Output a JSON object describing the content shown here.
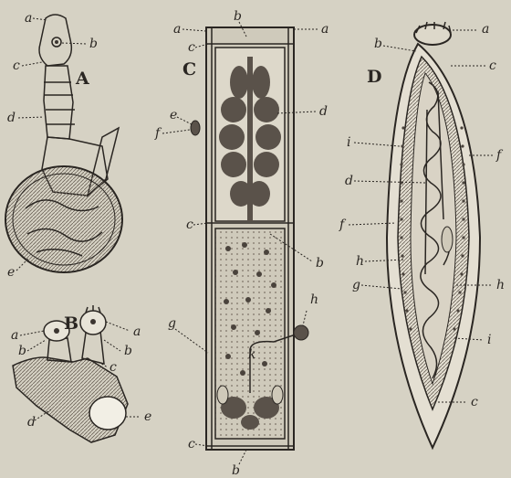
{
  "figures": {
    "A": {
      "letter": "A",
      "labels": {
        "a": "a",
        "b": "b",
        "c": "c",
        "d": "d",
        "e": "e"
      }
    },
    "B": {
      "letter": "B",
      "labels": {
        "a1": "a",
        "b1": "b",
        "a2": "a",
        "b2": "b",
        "c": "c",
        "d": "d",
        "e": "e"
      }
    },
    "C": {
      "letter": "C",
      "labels": {
        "a_left": "a",
        "b_top": "b",
        "a_right": "a",
        "c_top": "c",
        "e": "e",
        "f": "f",
        "d": "d",
        "c_mid": "c",
        "b_mid": "b",
        "h": "h",
        "g": "g",
        "k": "k",
        "c_bottom": "c",
        "b_bottom": "b"
      }
    },
    "D": {
      "letter": "D",
      "labels": {
        "a": "a",
        "b": "b",
        "c_top": "c",
        "i_left": "i",
        "f_right": "f",
        "d": "d",
        "f_left": "f",
        "h_left": "h",
        "h_right": "h",
        "g": "g",
        "i_right": "i",
        "c_bottom": "c"
      }
    }
  }
}
